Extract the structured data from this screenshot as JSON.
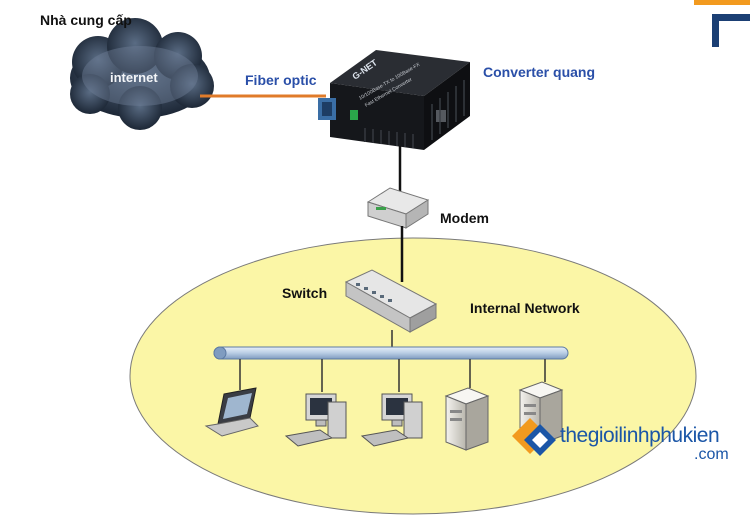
{
  "labels": {
    "provider": "Nhà cung cấp",
    "internet": "internet",
    "fiber": "Fiber optic",
    "converter": "Converter quang",
    "modem": "Modem",
    "switch": "Switch",
    "internal_network": "Internal Network"
  },
  "device_print": {
    "brand": "G-NET",
    "line1": "10/100Base-TX to 100Base-FX",
    "line2": "Fast Ethernet Converter"
  },
  "watermark": {
    "text": "thegioilinhphukien",
    "suffix": ".com"
  },
  "colors": {
    "fiber_line": "#e07b2a",
    "network_ellipse": "#fbf6a6",
    "bus": "#b9cde4",
    "label_blue": "#2a4fa8",
    "brand_blue": "#1b56a7",
    "brand_orange": "#f29a1f"
  },
  "endpoints": [
    {
      "name": "laptop-icon"
    },
    {
      "name": "desktop-pc-icon"
    },
    {
      "name": "desktop-pc-icon"
    },
    {
      "name": "server-icon"
    },
    {
      "name": "server-icon"
    }
  ]
}
